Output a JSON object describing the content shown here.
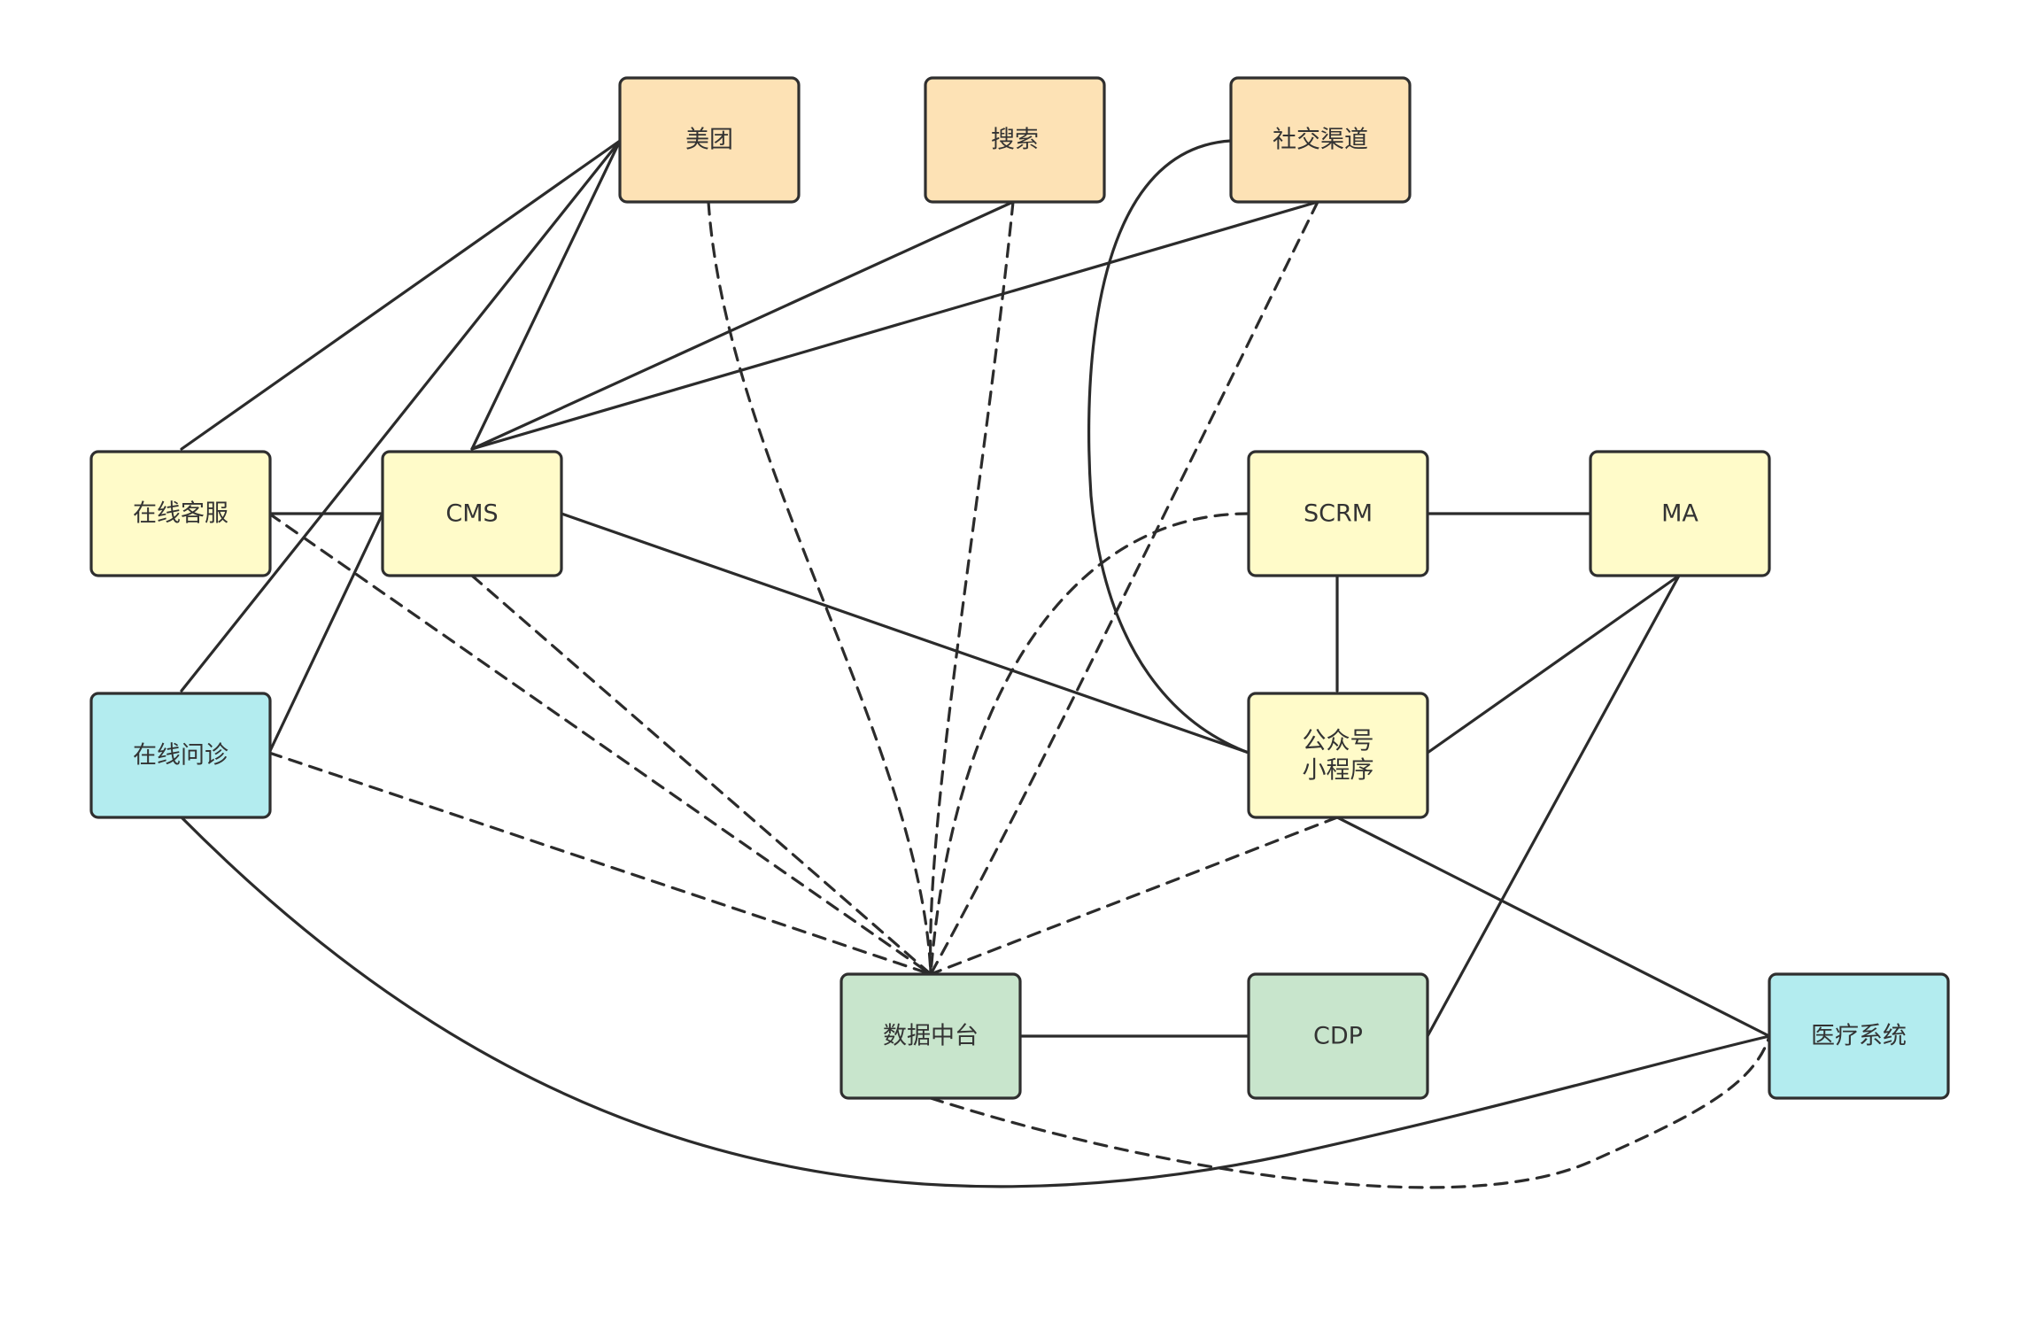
{
  "colors": {
    "orange": "#FDE2B5",
    "yellow": "#FFFBC9",
    "cyan": "#B3ECEF",
    "green": "#C8E5CC",
    "stroke": "#2f2f2f"
  },
  "nodes": {
    "meituan": "美团",
    "search": "搜索",
    "social": "社交渠道",
    "online_service": "在线客服",
    "cms": "CMS",
    "scrm": "SCRM",
    "ma": "MA",
    "online_consult": "在线问诊",
    "wechat_line1": "公众号",
    "wechat_line2": "小程序",
    "data_platform": "数据中台",
    "cdp": "CDP",
    "medical": "医疗系统"
  }
}
